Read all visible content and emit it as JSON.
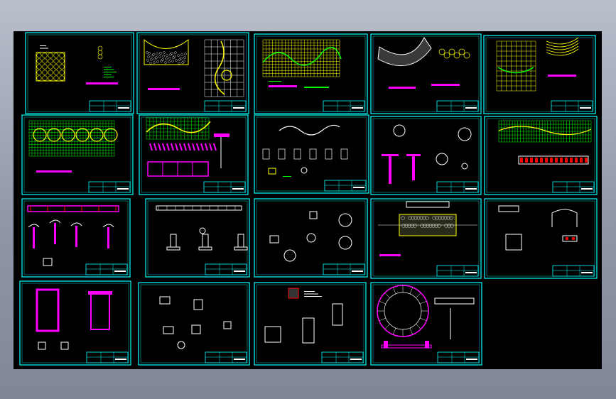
{
  "viewport": {
    "background": "#000000",
    "sheet_border_color": "#00ffff",
    "accent_colors": [
      "#ffff00",
      "#00ff00",
      "#ff00ff",
      "#ff0000",
      "#ffffff",
      "#00ffff"
    ]
  },
  "sheets": [
    {
      "id": 1,
      "kind": "paving-pattern"
    },
    {
      "id": 2,
      "kind": "curved-grid-paving"
    },
    {
      "id": 3,
      "kind": "grid-plan-wave"
    },
    {
      "id": 4,
      "kind": "arc-paving"
    },
    {
      "id": 5,
      "kind": "fan-grid-plan"
    },
    {
      "id": 6,
      "kind": "grid-plan-circles"
    },
    {
      "id": 7,
      "kind": "wave-pergola-plan"
    },
    {
      "id": 8,
      "kind": "wave-details"
    },
    {
      "id": 9,
      "kind": "column-details"
    },
    {
      "id": 10,
      "kind": "long-grid-elevation"
    },
    {
      "id": 11,
      "kind": "pergola-elevation-details"
    },
    {
      "id": 12,
      "kind": "section-details"
    },
    {
      "id": 13,
      "kind": "round-details"
    },
    {
      "id": 14,
      "kind": "stone-wall-plan"
    },
    {
      "id": 15,
      "kind": "gate-elevation"
    },
    {
      "id": 16,
      "kind": "frame-details"
    },
    {
      "id": 17,
      "kind": "small-details"
    },
    {
      "id": 18,
      "kind": "square-details"
    },
    {
      "id": 19,
      "kind": "circle-plan"
    }
  ]
}
